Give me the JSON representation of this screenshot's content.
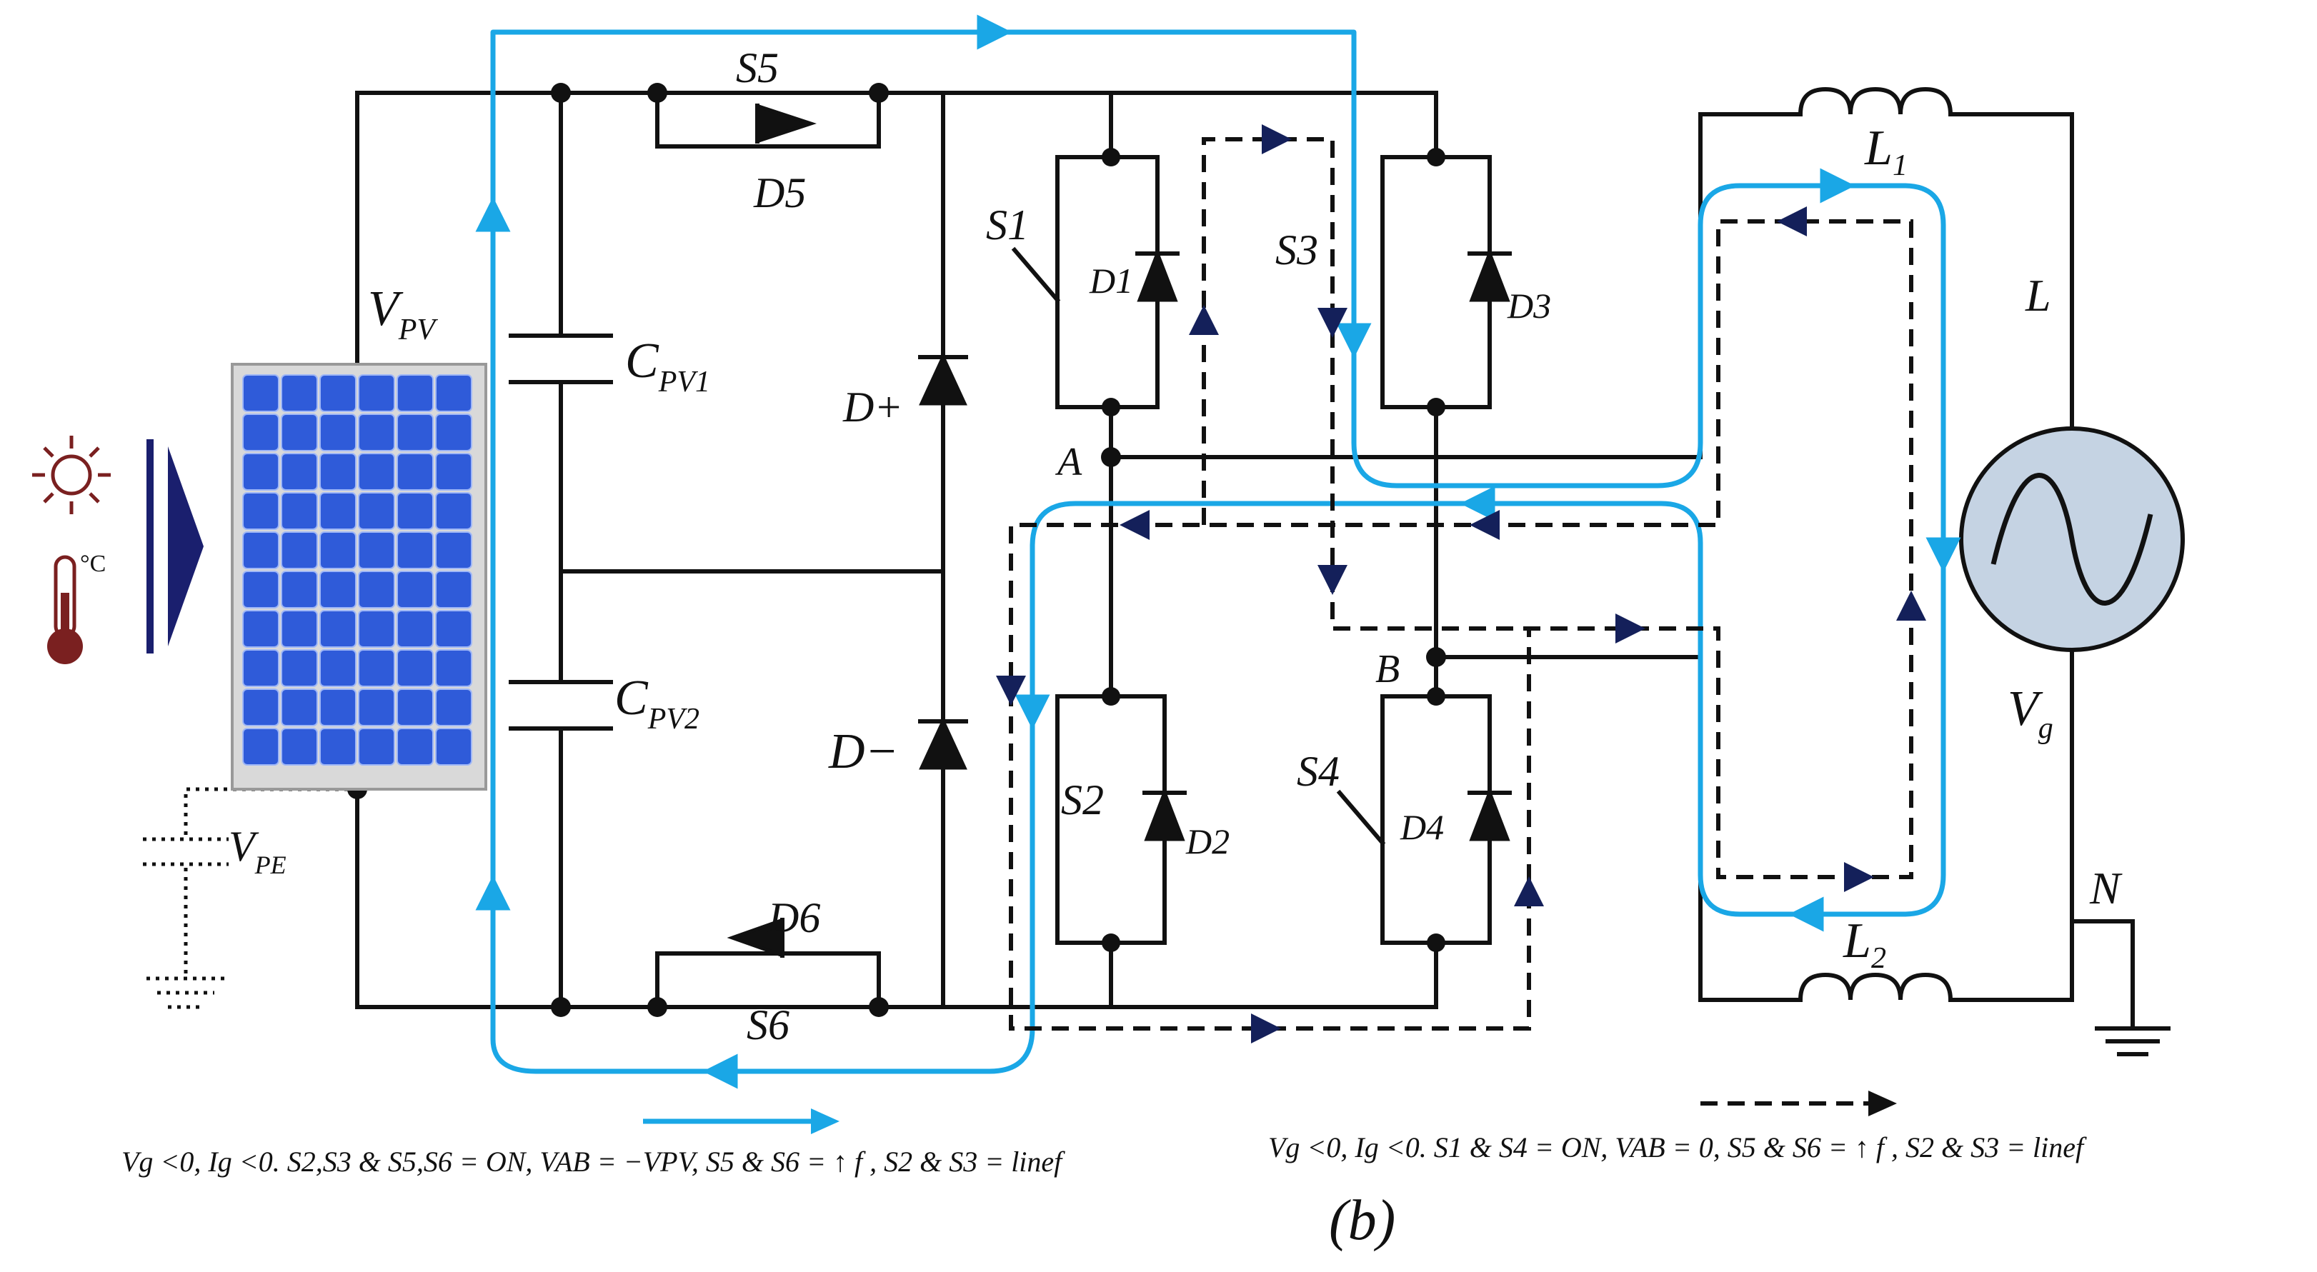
{
  "labels": {
    "vpv": "V",
    "vpv_sub": "PV",
    "cpv1": "C",
    "cpv1_sub": "PV1",
    "cpv2": "C",
    "cpv2_sub": "PV2",
    "vpe": "V",
    "vpe_sub": "PE",
    "s5": "S5",
    "d5": "D5",
    "s6": "S6",
    "d6": "D6",
    "dplus": "D+",
    "dminus": "D−",
    "s1": "S1",
    "d1": "D1",
    "s2": "S2",
    "d2": "D2",
    "s3": "S3",
    "d3": "D3",
    "s4": "S4",
    "d4": "D4",
    "node_a": "A",
    "node_b": "B",
    "l1": "L",
    "l1_sub": "1",
    "l2": "L",
    "l2_sub": "2",
    "line_l": "L",
    "vg": "V",
    "vg_sub": "g",
    "neutral": "N",
    "temp_unit": "°C",
    "figure_label": "(b)"
  },
  "captions": {
    "left": "Vg <0, Ig <0.  S2,S3 & S5,S6 = ON,  VAB = −VPV, S5 & S6 = ↑ f , S2 & S3 = linef",
    "right": "Vg <0, Ig <0.  S1 & S4 = ON,  VAB = 0, S5 & S6 = ↑ f , S2 & S3 = linef"
  },
  "legend": {
    "solid_color": "#1aa7e6",
    "dashed_color": "#111111"
  }
}
